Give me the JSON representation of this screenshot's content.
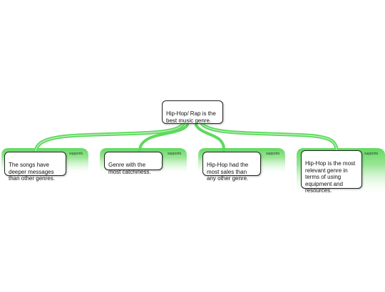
{
  "colors": {
    "branch": "#5fd95f",
    "branch_light": "#b6edb0",
    "node_border": "#222222",
    "background": "#ffffff"
  },
  "diagram": {
    "root": {
      "text": "Hip-Hop/ Rap is the\nbest music genre."
    },
    "children": [
      {
        "text": "The songs have\ndeeper messages\nthan other genres.",
        "link_label": "supports"
      },
      {
        "text": "Genre with the\nmost catchiness.",
        "link_label": "supports"
      },
      {
        "text": "Hip-Hop had the\nmost sales than\nany other genre.",
        "link_label": "supports"
      },
      {
        "text": "Hip-Hop is the most\nrelevant genre in\nterms of using\nequipment and\nresources.",
        "link_label": "supports"
      }
    ]
  }
}
